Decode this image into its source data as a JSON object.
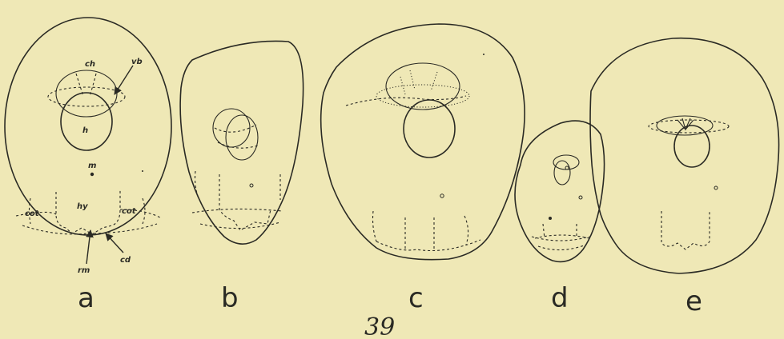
{
  "figure": {
    "number": "39",
    "panels": [
      {
        "id": "a",
        "label": "a"
      },
      {
        "id": "b",
        "label": "b"
      },
      {
        "id": "c",
        "label": "c"
      },
      {
        "id": "d",
        "label": "d"
      },
      {
        "id": "e",
        "label": "e"
      }
    ],
    "annotations": {
      "ch": "ch",
      "vb": "vb",
      "h": "h",
      "m": "m",
      "hy": "hy",
      "cot_left": "cot",
      "cot_right": "cot",
      "rm": "rm",
      "cd": "cd"
    }
  }
}
